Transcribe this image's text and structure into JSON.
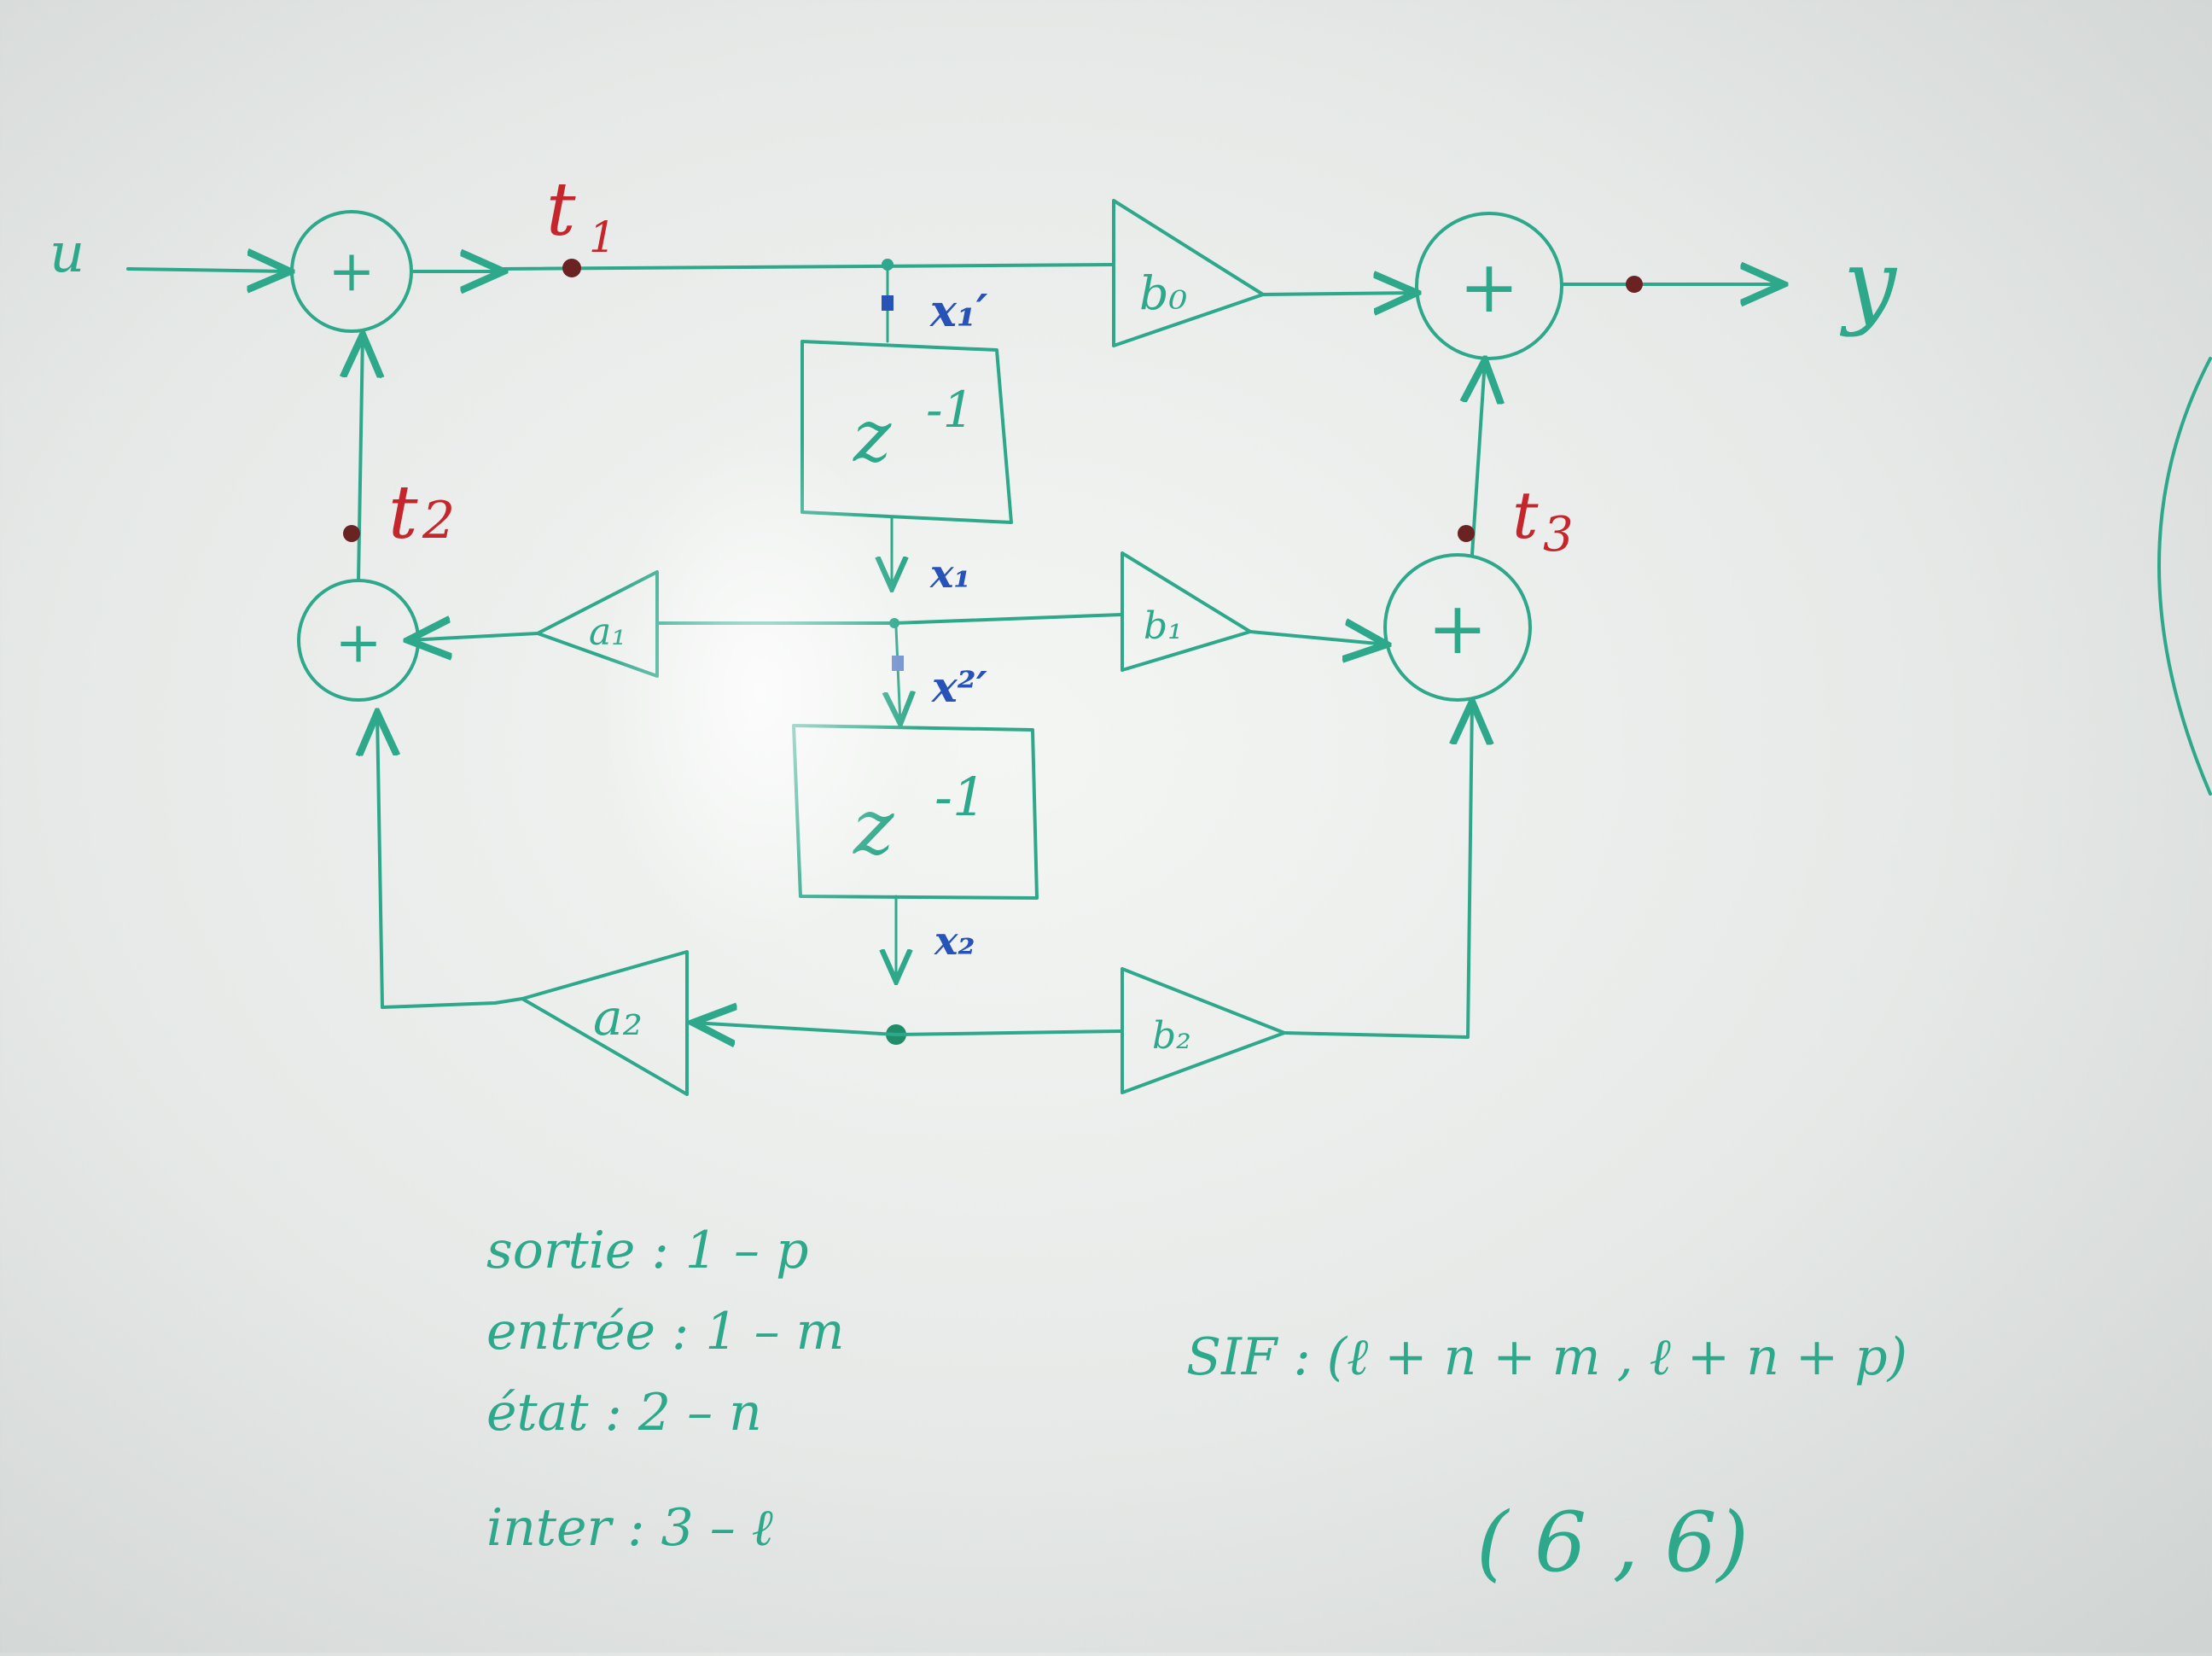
{
  "signals": {
    "input": "u",
    "output": "y"
  },
  "temporaries": {
    "t1": "t",
    "t1_sub": "1",
    "t2": "t",
    "t2_sub": "2",
    "t3": "t",
    "t3_sub": "3"
  },
  "states": {
    "x1_prime": "x₁′",
    "x1": "x₁",
    "x2_prime": "x²′",
    "x2": "x₂"
  },
  "adders": {
    "top_left": "+",
    "mid_left": "+",
    "top_right": "+",
    "mid_right": "+"
  },
  "delays": {
    "upper": "z",
    "upper_exp": "-1",
    "lower": "z",
    "lower_exp": "-1"
  },
  "gains": {
    "b0": "b₀",
    "b1": "b₁",
    "b2": "b₂",
    "a1": "a₁",
    "a2": "a₂"
  },
  "notes": {
    "line1": "sortie : 1 – p",
    "line2": "entrée : 1 – m",
    "line3": "état : 2 – n",
    "line4": "inter : 3 – ℓ",
    "sif": "SIF : (ℓ + n + m , ℓ + n + p)",
    "result": "( 6 , 6)"
  },
  "colors": {
    "ink": "#2ea88a",
    "temporaries": "#c4262b",
    "states": "#2752b8"
  }
}
